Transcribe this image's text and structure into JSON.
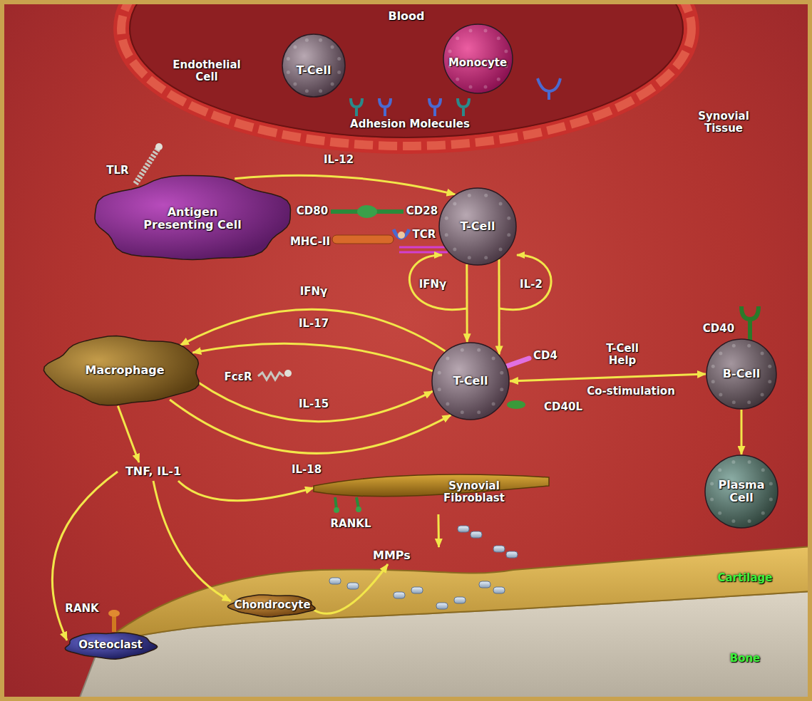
{
  "diagram": {
    "nodes": [
      {
        "text": [
          "Blood"
        ]
      },
      {
        "text": [
          "T-Cell"
        ],
        "in": 0
      },
      {
        "text": [
          "Monocyte"
        ],
        "in": 0
      },
      {
        "text": [
          "Antigen Presenting Cell"
        ]
      },
      {
        "text": [
          "T-Cell"
        ]
      },
      {
        "text": [
          "Macrophage"
        ]
      },
      {
        "text": [
          "T-Cell"
        ]
      },
      {
        "text": [
          "B-Cell"
        ]
      },
      {
        "text": [
          "TNF, IL-1"
        ]
      },
      {
        "text": [
          "Synovial Fibroblast"
        ]
      },
      {
        "text": [
          "Plasma Cell"
        ]
      },
      {
        "text": [
          "MMPs"
        ]
      },
      {
        "text": [
          "Chondrocyte"
        ]
      },
      {
        "text": [
          "Osteoclast"
        ]
      }
    ],
    "edges": [
      {
        "from": 3,
        "to": 4,
        "label": "IL-12",
        "arrow": "to"
      },
      {
        "from": 4,
        "to": 6,
        "arrow": "to"
      },
      {
        "from": 4,
        "to": 6,
        "arrow": "to"
      },
      {
        "from": 6,
        "to": 5,
        "label": "IFNγ",
        "arrow": "to"
      },
      {
        "from": 6,
        "to": 5,
        "label": "IL-17",
        "arrow": "to"
      },
      {
        "from": 5,
        "to": 6,
        "label": "IL-15",
        "arrow": "to"
      },
      {
        "from": 5,
        "to": 6,
        "label": "IL-18",
        "arrow": "to"
      },
      {
        "from": 6,
        "to": 7,
        "label": "T-Cell Help",
        "arrow": "both"
      },
      {
        "from": 7,
        "to": 10,
        "arrow": "to"
      },
      {
        "from": 5,
        "to": 8,
        "arrow": "to"
      },
      {
        "from": 8,
        "to": 9,
        "arrow": "to"
      },
      {
        "from": 8,
        "to": 12,
        "arrow": "to"
      },
      {
        "from": 8,
        "to": 13,
        "arrow": "to"
      },
      {
        "from": 9,
        "to": 11,
        "arrow": "to"
      },
      {
        "from": 12,
        "to": 11,
        "arrow": "to"
      }
    ],
    "labels": [
      "Endothelial Cell",
      "Adhesion Molecules",
      "Synovial Tissue",
      "TLR",
      "CD80",
      "CD28",
      "MHC-II",
      "TCR",
      "IFNγ",
      "IL-2",
      "FcεR",
      "CD4",
      "CD40L",
      "Co-stimulation",
      "CD40",
      "RANKL",
      "RANK",
      "Cartilage",
      "Bone"
    ]
  }
}
